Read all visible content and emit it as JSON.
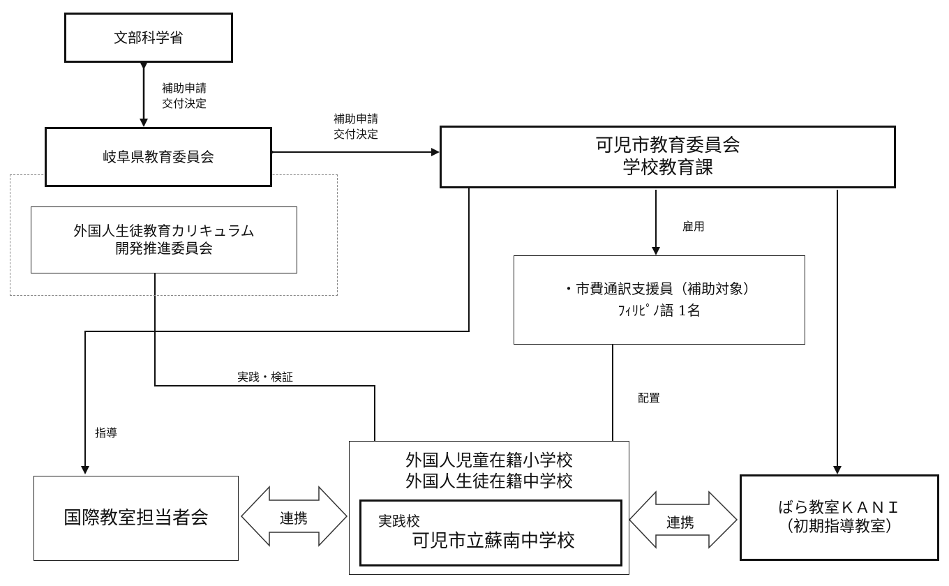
{
  "nodes": {
    "mext": "文部科学省",
    "gifu": "岐阜県教育委員会",
    "curriculum": [
      "外国人生徒教育カリキュラム",
      "開発推進委員会"
    ],
    "kani_board": [
      "可児市教育委員会",
      "学校教育課"
    ],
    "interpreter": [
      "・市費通訳支援員（補助対象）",
      "ﾌｨﾘﾋﾟﾉ語 1名"
    ],
    "international": "国際教室担当者会",
    "schools_group": [
      "外国人児童在籍小学校",
      "外国人生徒在籍中学校"
    ],
    "practice_school": [
      "実践校",
      "可児市立蘇南中学校"
    ],
    "bara": [
      "ばら教室ＫＡＮＩ",
      "（初期指導教室）"
    ]
  },
  "edges": {
    "mext_gifu": [
      "補助申請",
      "交付決定"
    ],
    "gifu_kani": [
      "補助申請",
      "交付決定"
    ],
    "employ": "雇用",
    "guidance": "指導",
    "practice_verify": "実践・検証",
    "placement": "配置",
    "cooperation_left": "連携",
    "cooperation_right": "連携"
  }
}
